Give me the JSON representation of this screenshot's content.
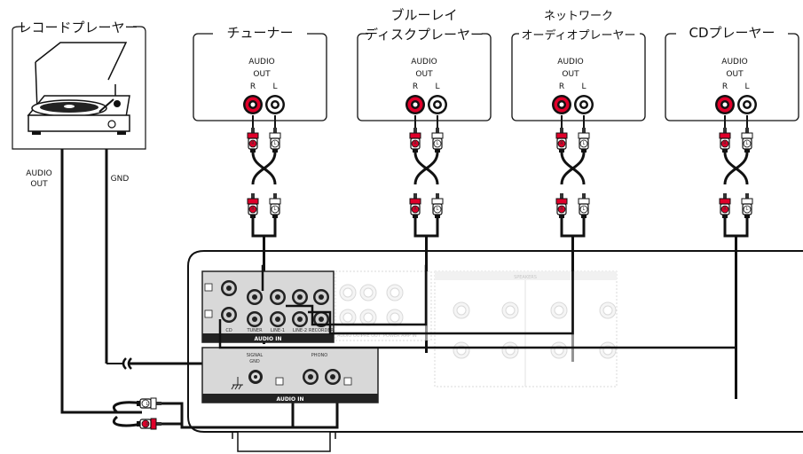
{
  "devices": {
    "turntable": {
      "title": "レコードプレーヤー",
      "audio_out": "AUDIO\nOUT",
      "audio_out_1": "AUDIO",
      "audio_out_2": "OUT",
      "gnd": "GND"
    },
    "tuner": {
      "title": "チューナー",
      "audio": "AUDIO",
      "out": "OUT",
      "r": "R",
      "l": "L"
    },
    "bluray": {
      "title_1": "ブルーレイ",
      "title_2": "ディスクプレーヤー",
      "audio": "AUDIO",
      "out": "OUT",
      "r": "R",
      "l": "L"
    },
    "network": {
      "title_1": "ネットワーク",
      "title_2": "オーディオプレーヤー",
      "audio": "AUDIO",
      "out": "OUT",
      "r": "R",
      "l": "L"
    },
    "cd": {
      "title": "CDプレーヤー",
      "audio": "AUDIO",
      "out": "OUT",
      "r": "R",
      "l": "L"
    }
  },
  "plugs": {
    "r": "R",
    "l": "L"
  },
  "amplifier": {
    "panel_labels": {
      "cd": "CD",
      "tuner": "TUNER",
      "line1": "LINE-1",
      "line2": "LINE-2",
      "recorder": "RECORDER",
      "audio_in": "AUDIO IN",
      "signal_gnd_1": "SIGNAL",
      "signal_gnd_2": "GND",
      "phono": "PHONO",
      "phono_audio_in": "AUDIO IN",
      "speakers": "SPEAKERS",
      "audio_out": "AUDIO OUT",
      "pre_out": "PRE OUT",
      "power_amp_in": "POWER AMP IN"
    }
  },
  "colors": {
    "r_jack": "#e0002a",
    "l_jack": "#ffffff",
    "cable": "#111111",
    "panel": "#d8d8d8",
    "panel_border": "#222222"
  }
}
